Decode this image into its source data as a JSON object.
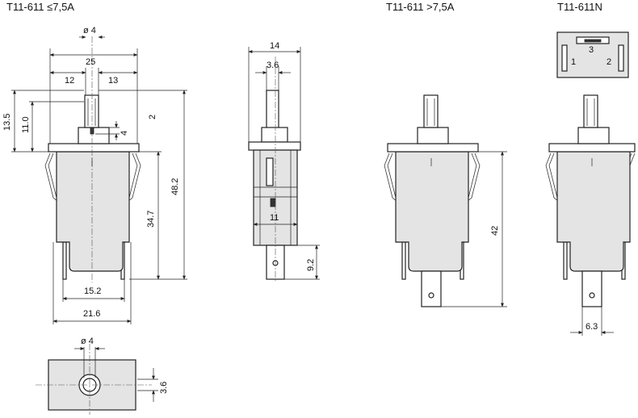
{
  "titles": {
    "left": "T11-611  ≤7,5A",
    "middle": "T11-611  >7,5A",
    "right": "T11-611N"
  },
  "dims": {
    "phi4_top": "ø 4",
    "d25": "25",
    "d12": "12",
    "d13": "13",
    "d13_5": "13.5",
    "d11_0": "11.0",
    "d2": "2",
    "d4": "4",
    "d48_2": "48.2",
    "d34_7": "34.7",
    "d15_2": "15.2",
    "d21_6": "21.6",
    "phi4_bottom": "ø 4",
    "d3_6_bottom": "3.6",
    "d14": "14",
    "d3_6_side": "3.6",
    "d11": "11",
    "d9_2": "9.2",
    "d42": "42",
    "d6_3": "6.3"
  },
  "terminals": {
    "t1": "1",
    "t2": "2",
    "t3": "3"
  }
}
